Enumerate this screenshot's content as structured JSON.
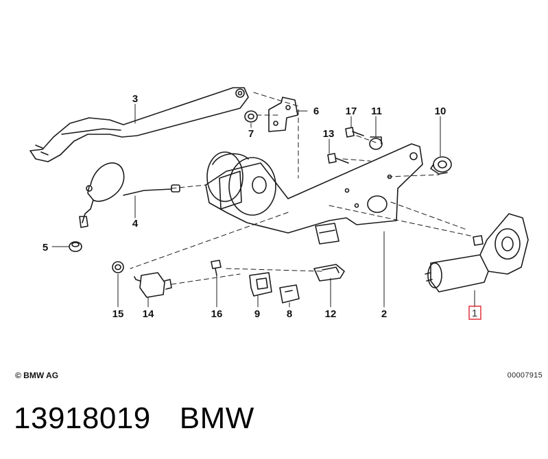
{
  "diagram": {
    "callouts": [
      "1",
      "2",
      "3",
      "4",
      "5",
      "6",
      "7",
      "8",
      "9",
      "10",
      "11",
      "12",
      "13",
      "14",
      "15",
      "16",
      "17"
    ],
    "highlighted_callout": "1",
    "highlight_color": "#e0303a"
  },
  "footer": {
    "copyright": "© BMW AG",
    "drawing_id": "00007915"
  },
  "caption": {
    "part_number": "13918019",
    "brand": "BMW"
  }
}
